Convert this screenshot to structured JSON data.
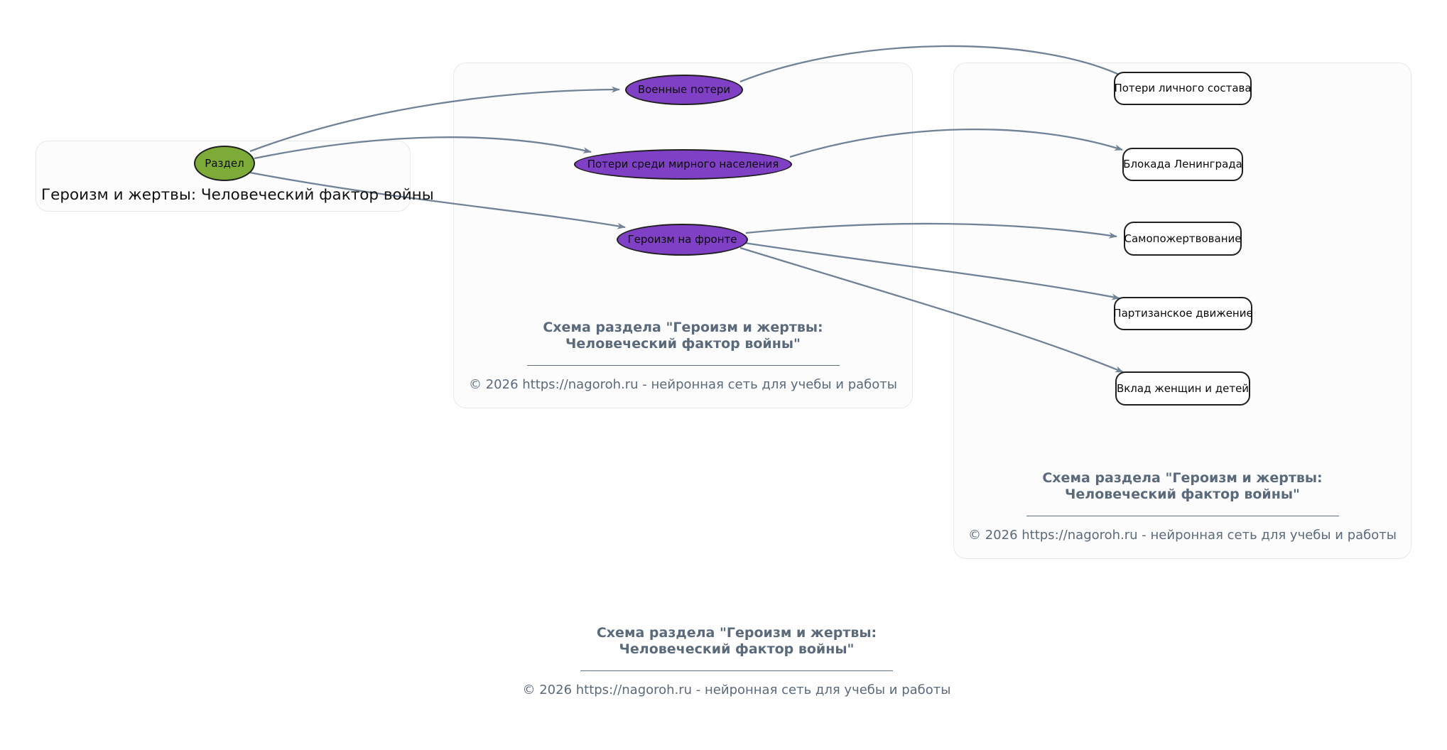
{
  "diagram": {
    "root_section": {
      "node_label": "Раздел",
      "title": "Героизм и жертвы: Человеческий фактор войны"
    },
    "branches": [
      "Военные потери",
      "Потери среди мирного населения",
      "Героизм на фронте"
    ],
    "leaves": [
      "Потери личного состава",
      "Блокада Ленинграда",
      "Самопожертвование",
      "Партизанское движение",
      "Вклад женщин и детей"
    ],
    "caption": {
      "title": "Схема раздела \"Героизм и жертвы: Человеческий фактор войны\"",
      "copyright": "© 2026 https://nagoroh.ru - нейронная сеть для учебы и работы"
    },
    "colors": {
      "root_node_fill": "#7cab38",
      "branch_node_fill": "#8040c6",
      "leaf_node_fill": "#ffffff",
      "node_border": "#1f1f1f",
      "edge": "#718296",
      "caption_text": "#5a6a7b",
      "card_border": "#e6e8ea",
      "card_background": "#fcfcfd"
    }
  }
}
